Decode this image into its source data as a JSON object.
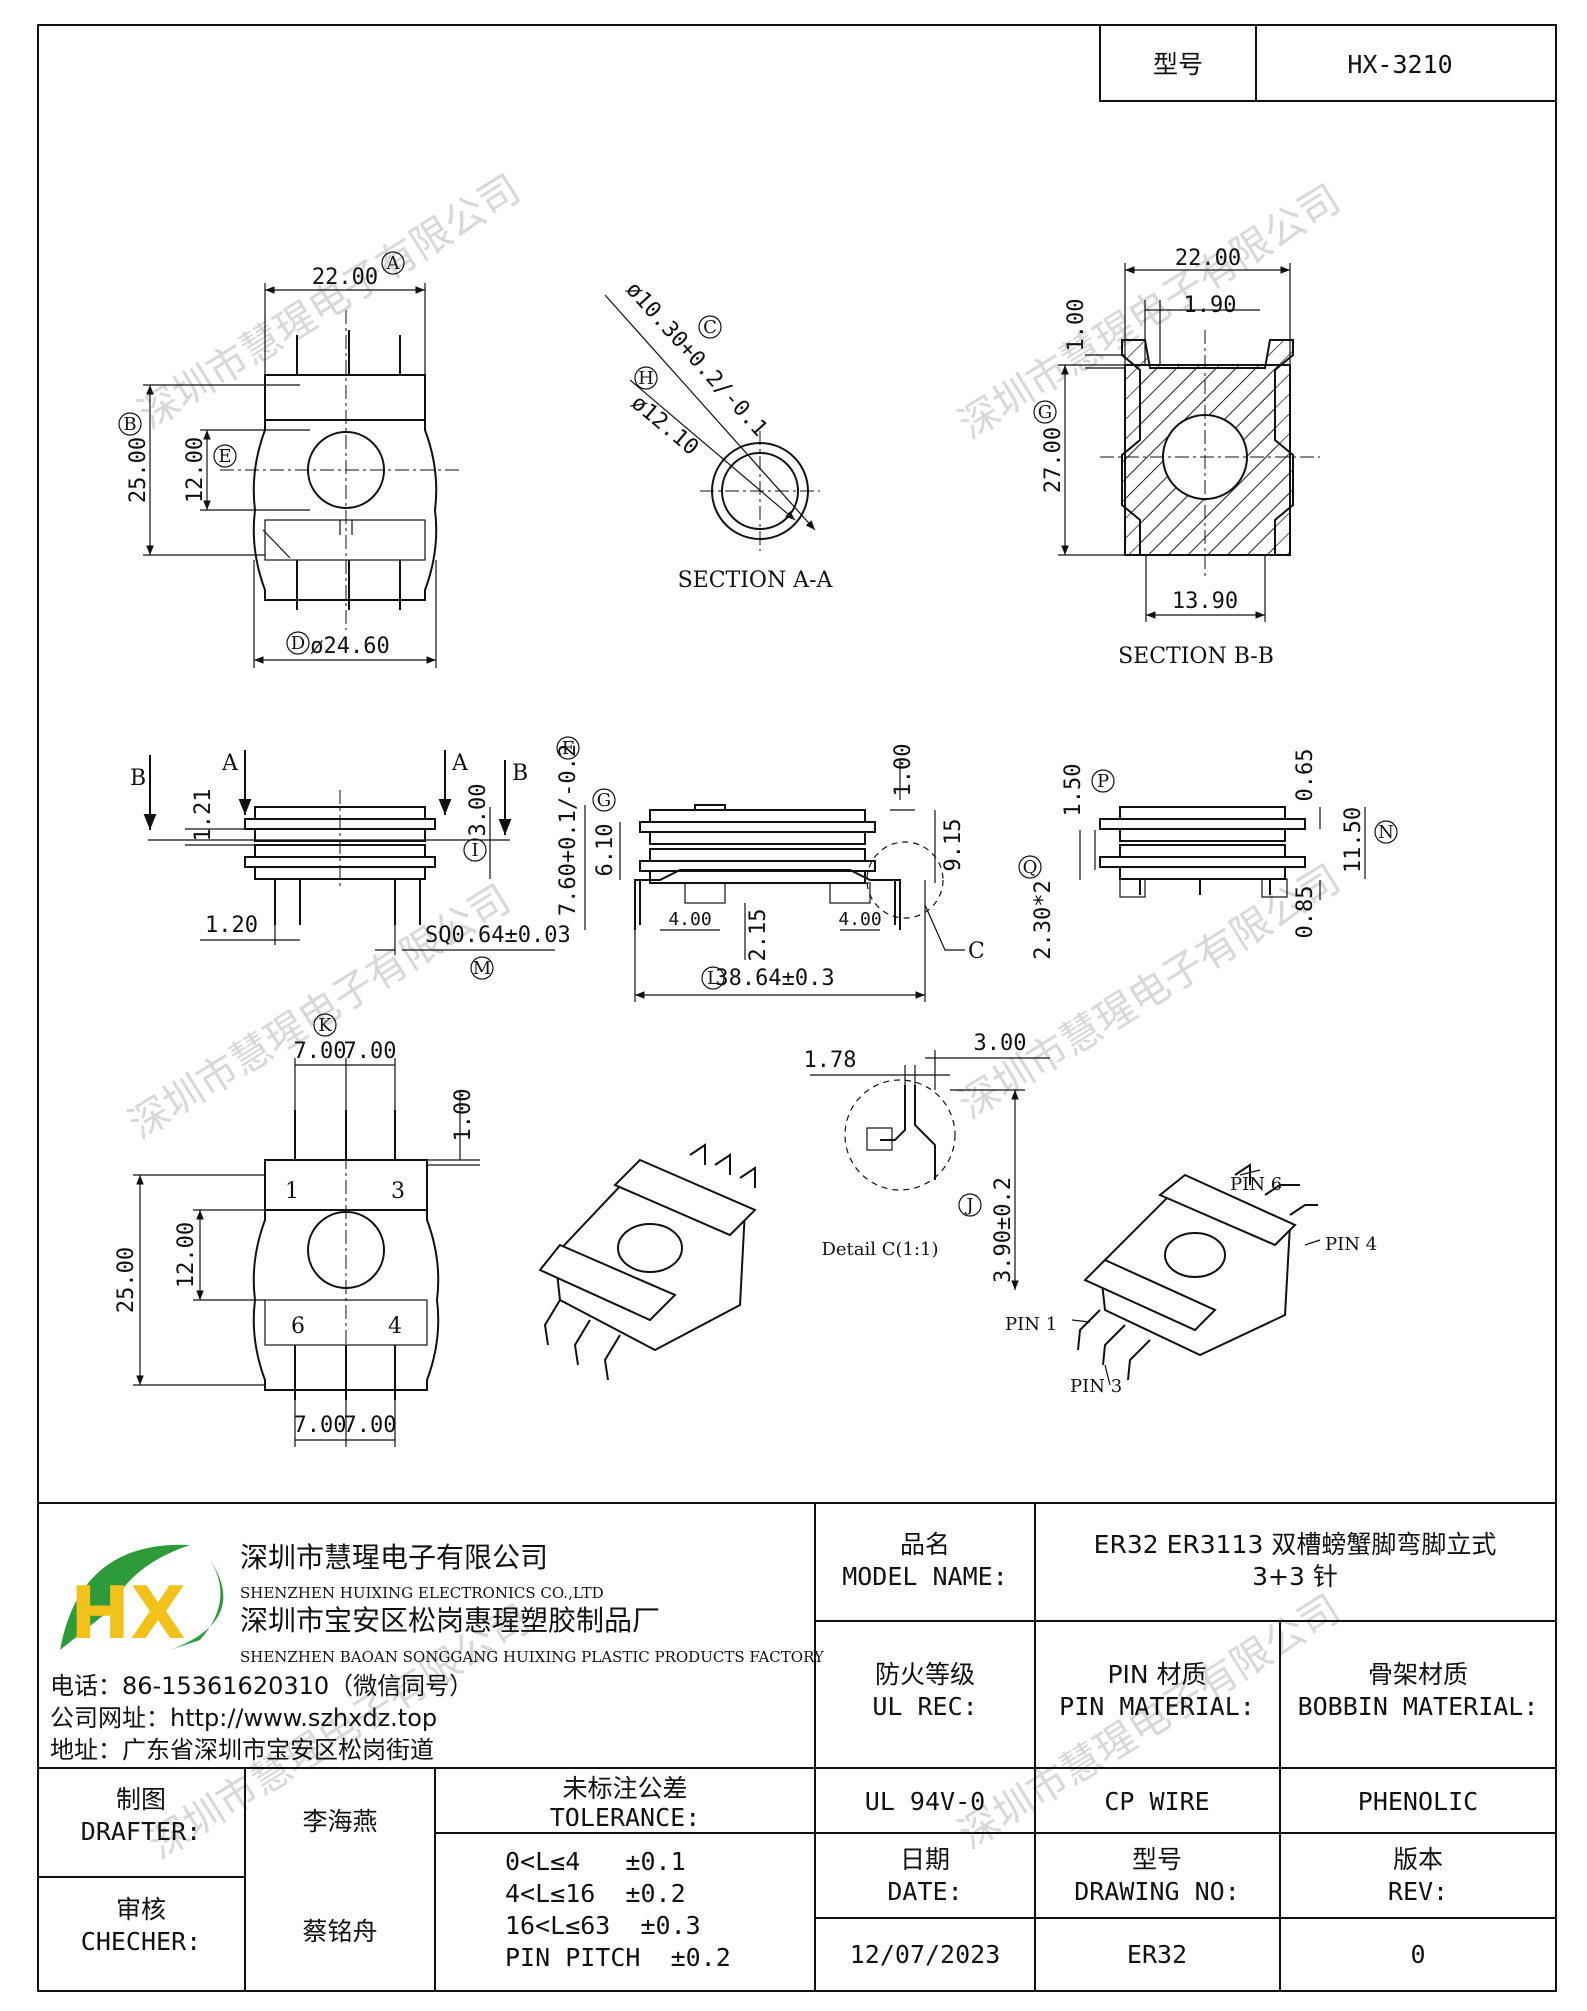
{
  "header": {
    "model_label": "型号",
    "model_value": "HX-3210"
  },
  "watermark": "深圳市慧瑆电子有限公司",
  "views": {
    "top_view": {
      "width": "22.00",
      "height": "25.00",
      "window": "12.00",
      "diameter": "ø24.60",
      "tag_a": "A",
      "tag_b": "B",
      "tag_e": "E",
      "tag_d": "D"
    },
    "section_aa": {
      "title": "SECTION A-A",
      "dia_inner": "ø10.30+0.2/-0.1",
      "dia_outer": "ø12.10",
      "tag_c": "C",
      "tag_h": "H"
    },
    "section_bb": {
      "title": "SECTION B-B",
      "width": "22.00",
      "wall": "1.90",
      "flange": "1.00",
      "height": "27.00",
      "slot": "13.90",
      "tag_g": "G"
    },
    "front_view": {
      "arrow_a": "A",
      "arrow_b": "B",
      "flange": "1.21",
      "gap": "3.00",
      "pin_off": "1.20",
      "pin_sq": "SQ0.64±0.03",
      "tag_i": "I",
      "tag_m": "M"
    },
    "side_view": {
      "height_760": "7.60+0.1/-0.2",
      "h610": "6.10",
      "h100": "1.00",
      "h915": "9.15",
      "w400a": "4.00",
      "w400b": "4.00",
      "h215": "2.15",
      "length": "38.64±0.3",
      "detail_ref": "C",
      "tag_f": "F",
      "tag_g": "G",
      "tag_l": "L"
    },
    "end_view": {
      "h150": "1.50",
      "h065": "0.65",
      "h1150": "11.50",
      "h085": "0.85",
      "h230": "2.30*2",
      "tag_p": "P",
      "tag_q": "Q",
      "tag_n": "N"
    },
    "bottom_view": {
      "p1": "7.00",
      "p2": "7.00",
      "p3": "7.00",
      "p4": "7.00",
      "h100": "1.00",
      "h2500": "25.00",
      "h1200": "12.00",
      "pin1": "1",
      "pin3": "3",
      "pin6": "6",
      "pin4": "4",
      "tag_k": "K"
    },
    "detail_c": {
      "w178": "1.78",
      "w300": "3.00",
      "h390": "3.90±0.2",
      "title": "Detail C(1:1)",
      "tag_j": "J"
    },
    "iso_pins": {
      "pin6": "PIN 6",
      "pin4": "PIN 4",
      "pin1": "PIN 1",
      "pin3": "PIN 3"
    }
  },
  "title_block": {
    "company_cn": "深圳市慧瑆电子有限公司",
    "company_en": "SHENZHEN HUIXING ELECTRONICS CO.,LTD",
    "factory_cn": "深圳市宝安区松岗惠瑆塑胶制品厂",
    "factory_en": "SHENZHEN BAOAN SONGGANG HUIXING PLASTIC PRODUCTS FACTORY",
    "phone": "电话：86-15361620310（微信同号）",
    "website": "公司网址：http://www.szhxdz.top",
    "address": "地址：广东省深圳市宝安区松岗街道",
    "logo_letters": "HX",
    "model_name_cn": "品名",
    "model_name_en": "MODEL NAME:",
    "model_name_value_1": "ER32 ER3113 双槽螃蟹脚弯脚立式",
    "model_name_value_2": "3+3 针",
    "ul_cn": "防火等级",
    "ul_en": "UL REC:",
    "pin_mat_cn": "PIN 材质",
    "pin_mat_en": "PIN MATERIAL:",
    "bobbin_cn": "骨架材质",
    "bobbin_en": "BOBBIN MATERIAL:",
    "ul_value": "UL 94V-0",
    "pin_value": "CP WIRE",
    "bobbin_value": "PHENOLIC",
    "drafter_cn": "制图",
    "drafter_en": "DRAFTER:",
    "drafter_name": "李海燕",
    "checker_cn": "审核",
    "checker_en": "CHECHER:",
    "checker_name": "蔡铭舟",
    "tol_cn": "未标注公差",
    "tol_en": "TOLERANCE:",
    "tol_1": "0<L≤4   ±0.1",
    "tol_2": "4<L≤16  ±0.2",
    "tol_3": "16<L≤63  ±0.3",
    "tol_4": "PIN PITCH  ±0.2",
    "date_cn": "日期",
    "date_en": "DATE:",
    "drawing_cn": "型号",
    "drawing_en": "DRAWING NO:",
    "rev_cn": "版本",
    "rev_en": "REV:",
    "date_value": "12/07/2023",
    "drawing_value": "ER32",
    "rev_value": "0"
  },
  "colors": {
    "logo_green": "#2e9b3a",
    "logo_yellow": "#f2c21b",
    "line": "#111111",
    "watermark": "#d8d8d8"
  }
}
